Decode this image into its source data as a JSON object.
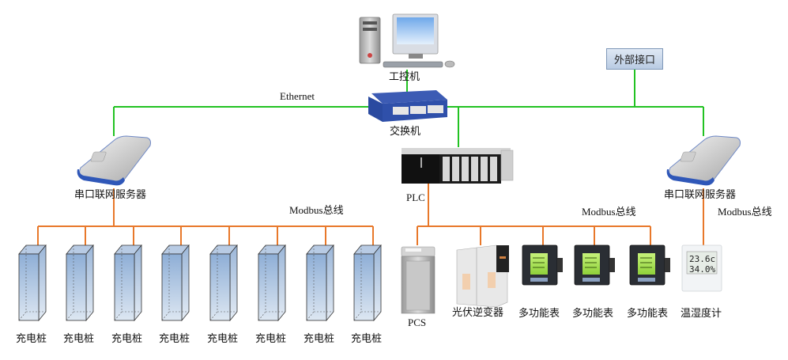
{
  "colors": {
    "ethernet_line": "#22c222",
    "modbus_line": "#e8782a",
    "pile_fill_top": "#8eaed6",
    "pile_fill_bottom": "#dde7f2",
    "switch_blue": "#2a4aa0",
    "server_blue": "#2f57b8"
  },
  "nodes": {
    "ipc": {
      "label": "工控机"
    },
    "switch": {
      "label": "交换机"
    },
    "external": {
      "label": "外部接口"
    },
    "server_left": {
      "label": "串口联网服务器"
    },
    "server_right": {
      "label": "串口联网服务器"
    },
    "plc": {
      "label": "PLC"
    },
    "pcs": {
      "label": "PCS"
    },
    "inverter": {
      "label": "光伏逆变器"
    },
    "meters": [
      {
        "label": "多功能表"
      },
      {
        "label": "多功能表"
      },
      {
        "label": "多功能表"
      }
    ],
    "thermo": {
      "label": "温湿度计",
      "temp_reading": "23.6",
      "temp_unit": "c",
      "humidity_reading": "34.0",
      "humidity_unit": "%"
    },
    "piles": [
      {
        "label": "充电桩"
      },
      {
        "label": "充电桩"
      },
      {
        "label": "充电桩"
      },
      {
        "label": "充电桩"
      },
      {
        "label": "充电桩"
      },
      {
        "label": "充电桩"
      },
      {
        "label": "充电桩"
      },
      {
        "label": "充电桩"
      }
    ]
  },
  "links": {
    "ethernet_label": "Ethernet",
    "modbus_left_label": "Modbus总线",
    "modbus_plc_label": "Modbus总线",
    "modbus_right_label": "Modbus总线"
  }
}
